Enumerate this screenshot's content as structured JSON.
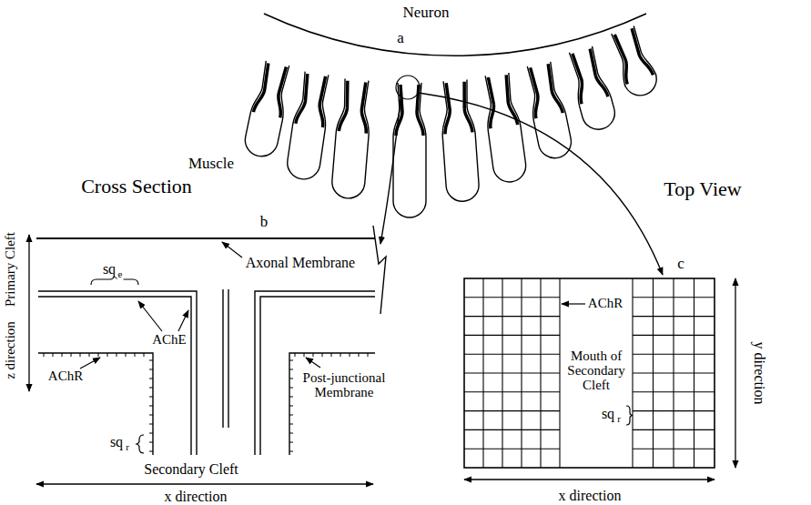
{
  "diagram": {
    "labels": [
      "Neuron",
      "a",
      "Muscle",
      "Cross Section",
      "b",
      "Primary Cleft",
      "z direction",
      "Axonal Membrane",
      "sq",
      "e",
      "AChE",
      "AChR",
      "Post-junctional Membrane",
      "sq",
      "r",
      "Secondary Cleft",
      "x direction",
      "Top View",
      "c",
      "AChR",
      "Mouth of Secondary Cleft",
      "sq",
      "r",
      "y direction",
      "x direction"
    ]
  }
}
